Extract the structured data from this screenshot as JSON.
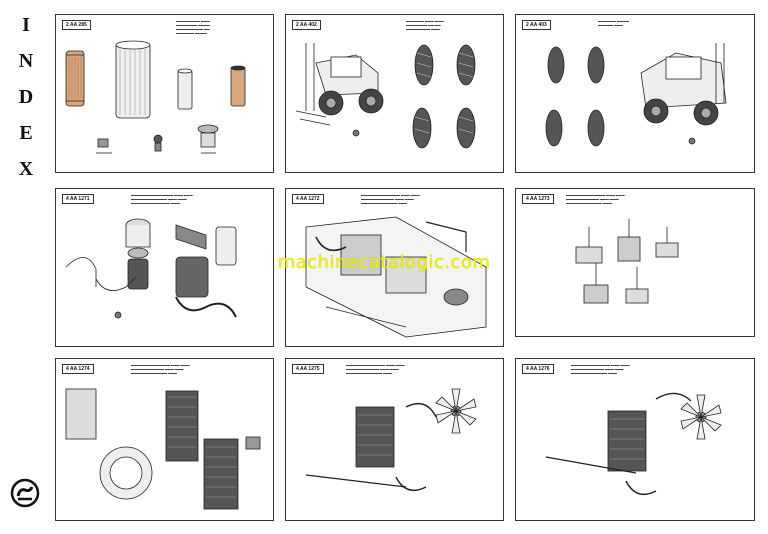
{
  "index_letters": [
    "I",
    "N",
    "D",
    "E",
    "X"
  ],
  "watermark": "machinecatalogic.com",
  "pages": [
    {
      "code": "2 AA 285"
    },
    {
      "code": "2 AA 402"
    },
    {
      "code": "2 AA 403"
    },
    {
      "code": "4 AA 1271"
    },
    {
      "code": "4 AA 1272"
    },
    {
      "code": "4 AA 1273"
    },
    {
      "code": "4 AA 1274"
    },
    {
      "code": "4 AA 1275"
    },
    {
      "code": "4 AA 1276"
    }
  ],
  "notes": {
    "page5_note": "Nos. Kit 4 / 5 / 6"
  }
}
